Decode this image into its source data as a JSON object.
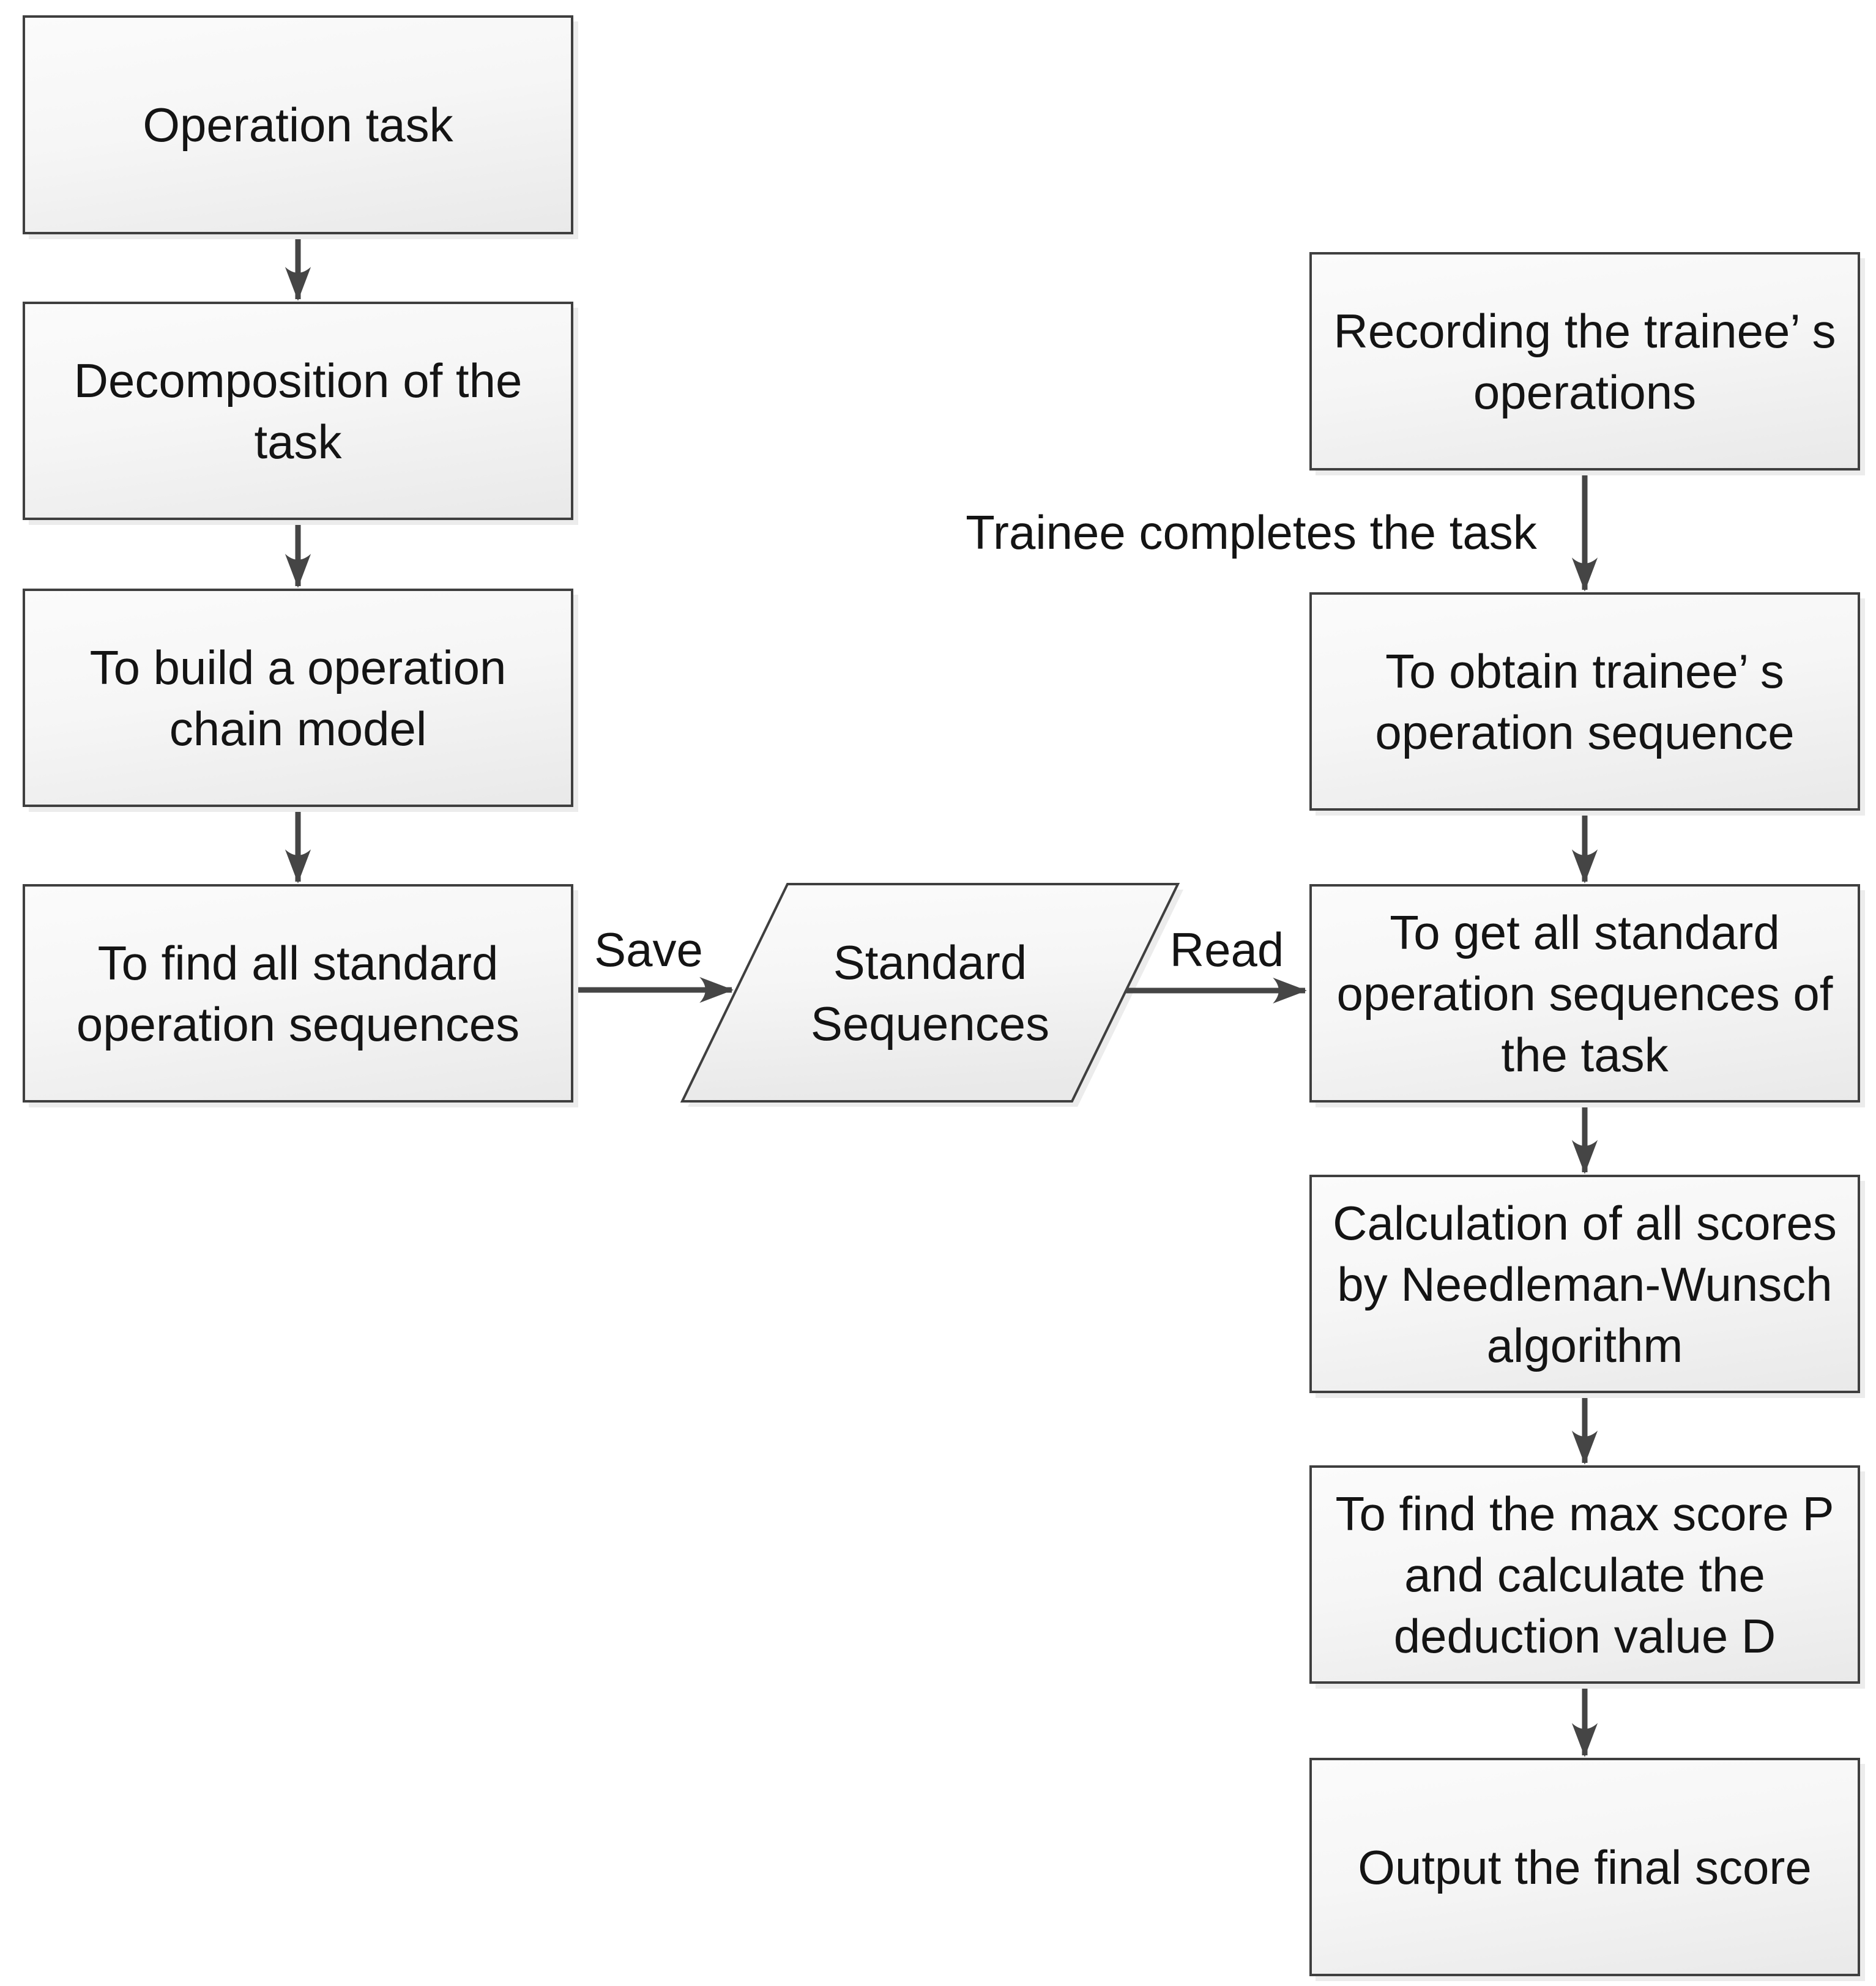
{
  "diagram": {
    "left_column": {
      "boxes": [
        {
          "label": "Operation task"
        },
        {
          "label": [
            "Decomposition of the",
            "task"
          ]
        },
        {
          "label": [
            "To build a operation",
            "chain model"
          ]
        },
        {
          "label": [
            "To find all standard",
            "operation sequences"
          ]
        }
      ]
    },
    "datastore": {
      "label": [
        "Standard",
        "Sequences"
      ]
    },
    "edge_labels": {
      "save": "Save",
      "read": "Read",
      "trainee_completes": "Trainee completes the task"
    },
    "right_column": {
      "boxes": [
        {
          "label": [
            "Recording the trainee’ s",
            "operations"
          ]
        },
        {
          "label": [
            "To obtain trainee’ s",
            "operation sequence"
          ]
        },
        {
          "label": [
            "To get all standard",
            "operation sequences of",
            "the task"
          ]
        },
        {
          "label": [
            "Calculation of all scores",
            "by Needleman-Wunsch",
            "algorithm"
          ]
        },
        {
          "label": [
            "To find the max score P",
            "and calculate the",
            "deduction value D"
          ]
        },
        {
          "label": "Output the final score"
        }
      ]
    },
    "colors": {
      "box_border": "#3f3f3f",
      "arrow": "#454545",
      "fill_top": "#fbfbfb",
      "fill_bottom": "#e9e9e9",
      "text": "#141414"
    }
  }
}
